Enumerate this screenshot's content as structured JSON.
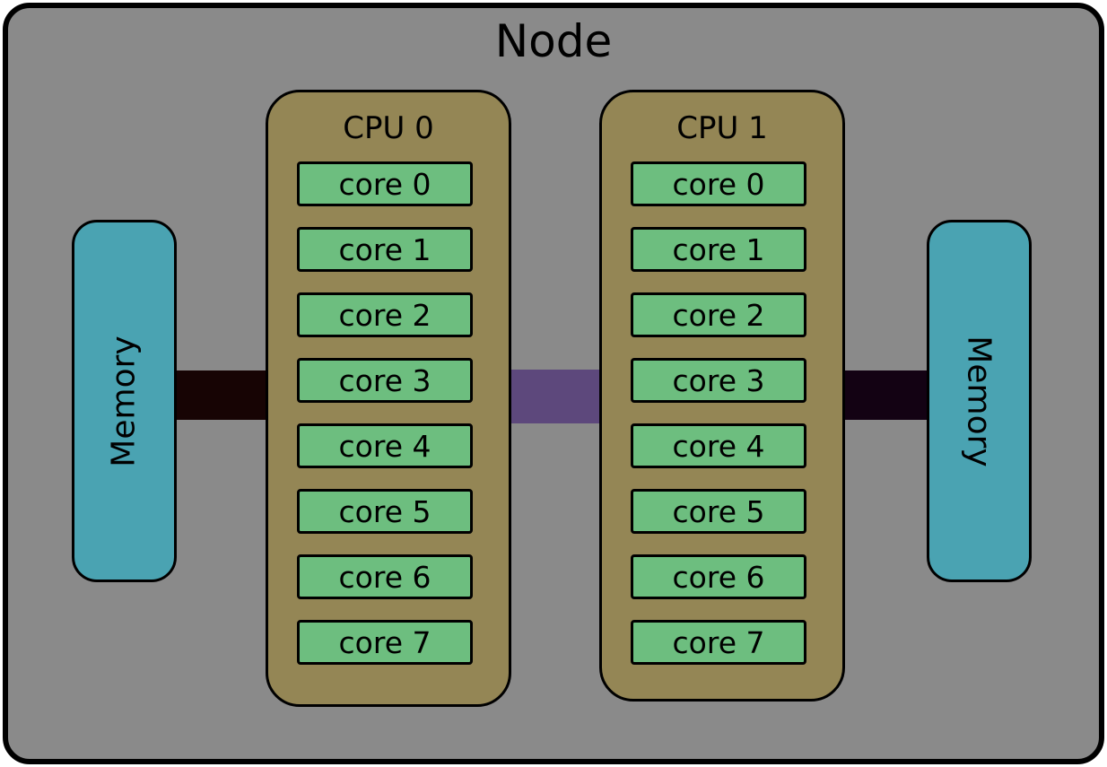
{
  "node": {
    "title": "Node"
  },
  "cpus": [
    {
      "label": "CPU 0",
      "cores": [
        "core 0",
        "core 1",
        "core 2",
        "core 3",
        "core 4",
        "core 5",
        "core 6",
        "core 7"
      ]
    },
    {
      "label": "CPU 1",
      "cores": [
        "core 0",
        "core 1",
        "core 2",
        "core 3",
        "core 4",
        "core 5",
        "core 6",
        "core 7"
      ]
    }
  ],
  "memories": [
    {
      "label": "Memory",
      "side": "left"
    },
    {
      "label": "Memory",
      "side": "right"
    }
  ],
  "colors": {
    "node_fill": "#8a8a8a",
    "node_border": "#000000",
    "cpu_fill": "#948655",
    "core_fill": "#6dbe7f",
    "memory_fill": "#4aa3b2",
    "cpu_interconnect_fill": "#5d487c",
    "memory_link_left_fill": "#170404",
    "memory_link_right_fill": "#130213"
  }
}
